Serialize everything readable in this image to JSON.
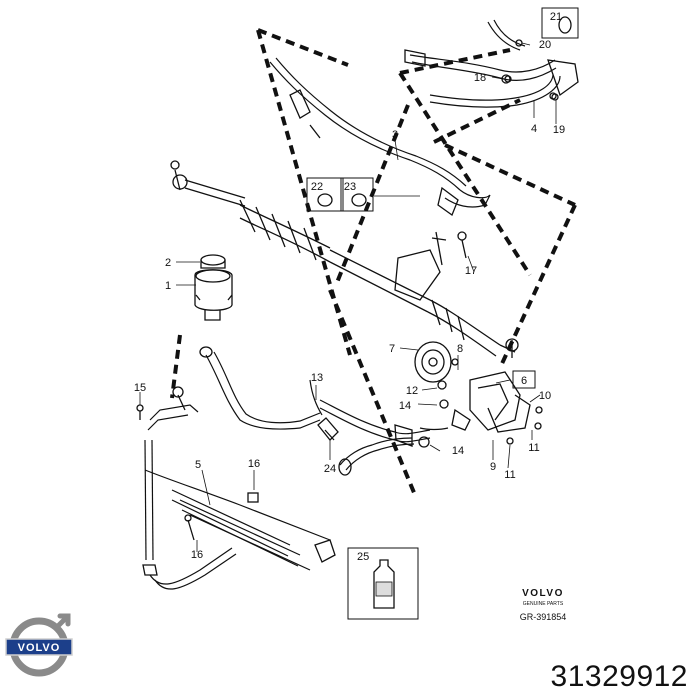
{
  "callouts": {
    "c1": "1",
    "c2": "2",
    "c3": "3",
    "c4": "4",
    "c5": "5",
    "c6": "6",
    "c7": "7",
    "c8": "8",
    "c9": "9",
    "c10": "10",
    "c11a": "11",
    "c11b": "11",
    "c12": "12",
    "c13": "13",
    "c14a": "14",
    "c14b": "14",
    "c15": "15",
    "c16a": "16",
    "c16b": "16",
    "c17": "17",
    "c18": "18",
    "c19": "19",
    "c20": "20",
    "c21": "21",
    "c22": "22",
    "c23": "23",
    "c24": "24",
    "c25": "25"
  },
  "stamp": {
    "brand": "VOLVO",
    "subtitle": "GENUINE PARTS",
    "ref": "GR-391854"
  },
  "logo": {
    "text": "VOLVO"
  },
  "part_number": "31329912"
}
